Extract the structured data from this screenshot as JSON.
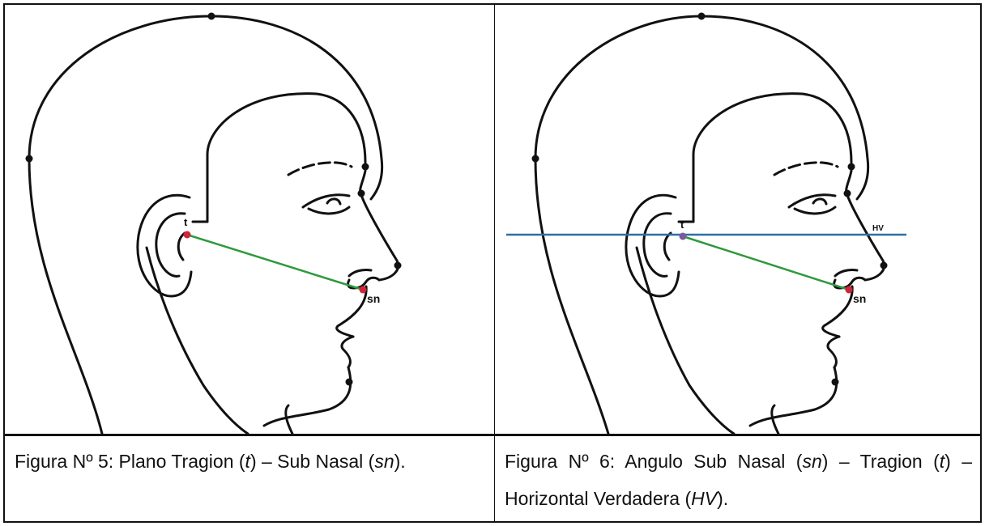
{
  "figure5": {
    "labels": {
      "tragion": "t",
      "subnasal": "sn"
    },
    "colors": {
      "tragion_subnasal_line": "#2e9a3c",
      "landmark_point": "#d0243a",
      "outline": "#111111"
    },
    "caption": {
      "p1": "Figura Nº 5: Plano Tragion (",
      "t": "t",
      "p2": ") – Sub Nasal (",
      "sn": "sn",
      "p3": ")."
    }
  },
  "figure6": {
    "labels": {
      "tragion": "t",
      "subnasal": "sn",
      "horizontal": "HV"
    },
    "colors": {
      "tragion_subnasal_line": "#2e9a3c",
      "horizontal_line": "#2f6fa3",
      "landmark_point": "#d0243a",
      "outline": "#111111"
    },
    "caption": {
      "p1": "Figura Nº 6: Angulo Sub Nasal (",
      "sn": "sn",
      "p2": ") – Tragion (",
      "t": "t",
      "p3": ") – Horizontal Verdadera (",
      "hv": "HV",
      "p4": ")."
    }
  }
}
